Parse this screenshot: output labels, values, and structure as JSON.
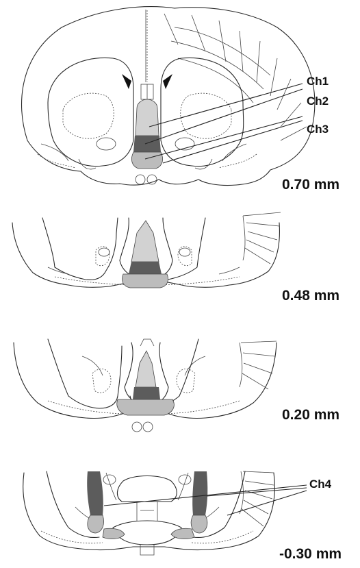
{
  "colors": {
    "light_region": "#d2d2d2",
    "mid_region": "#bcbcbc",
    "dark_region": "#5c5c5c",
    "line": "#2a2a2a"
  },
  "channel_labels": {
    "ch1": "Ch1",
    "ch2": "Ch2",
    "ch3": "Ch3",
    "ch4": "Ch4"
  },
  "sections": [
    {
      "level": "0.70 mm"
    },
    {
      "level": "0.48 mm"
    },
    {
      "level": "0.20 mm"
    },
    {
      "level": "-0.30 mm"
    }
  ]
}
